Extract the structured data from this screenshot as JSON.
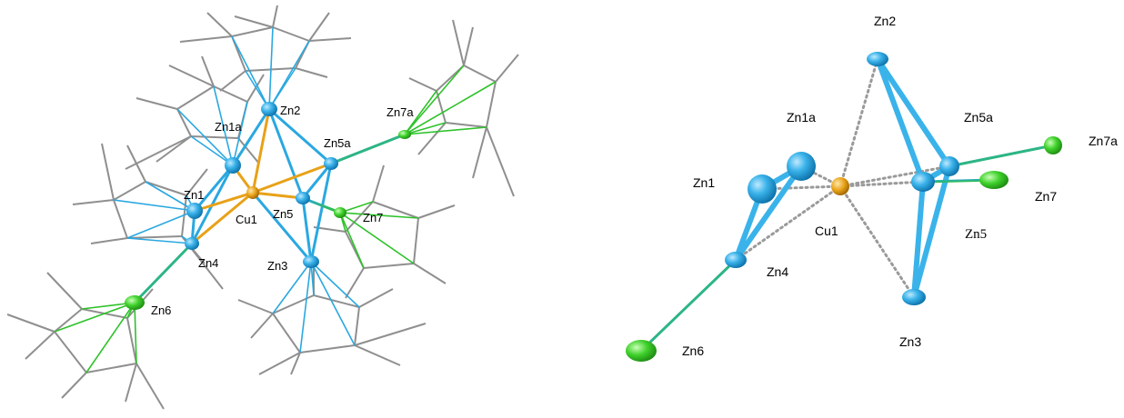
{
  "left_panel": {
    "labels": {
      "zn2": "Zn2",
      "zn1a": "Zn1a",
      "zn5a": "Zn5a",
      "zn7a": "Zn7a",
      "zn1": "Zn1",
      "cu1": "Cu1",
      "zn5": "Zn5",
      "zn7": "Zn7",
      "zn4": "Zn4",
      "zn3": "Zn3",
      "zn6": "Zn6"
    }
  },
  "right_panel": {
    "labels": {
      "zn2": "Zn2",
      "zn1a": "Zn1a",
      "zn5a": "Zn5a",
      "zn7a": "Zn7a",
      "zn1": "Zn1",
      "zn7": "Zn7",
      "cu1": "Cu1",
      "zn5": "Zn5",
      "zn4": "Zn4",
      "zn3": "Zn3",
      "zn6": "Zn6"
    }
  },
  "colors": {
    "zinc": "#2aa8e0",
    "copper": "#e8a117",
    "zinc_green": "#2ec22a",
    "cp_ring": "#8a8a8a",
    "contact": "#9a9a9a"
  }
}
